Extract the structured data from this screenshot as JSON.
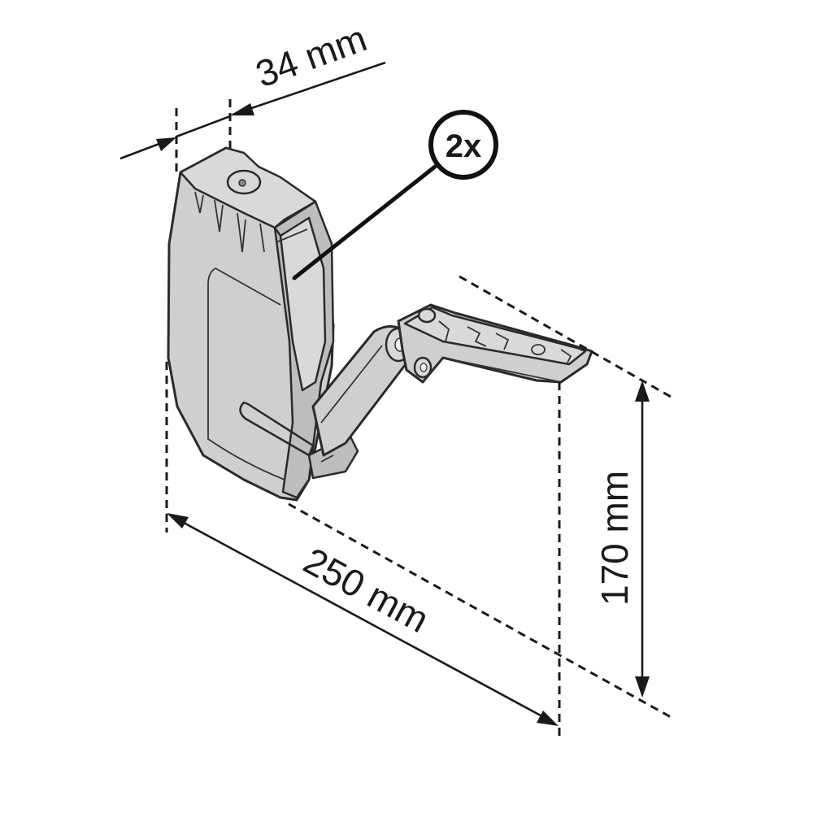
{
  "figure": {
    "type": "technical-dimension-drawing",
    "subject": "lift mechanism (flap fitting) with arm",
    "colors": {
      "background": "#ffffff",
      "part_fill": "#cfcfcf",
      "line": "#1a1a1a"
    }
  },
  "dimensions": {
    "depth": {
      "label": "34 mm",
      "value": 34,
      "unit": "mm"
    },
    "length": {
      "label": "250 mm",
      "value": 250,
      "unit": "mm"
    },
    "height": {
      "label": "170 mm",
      "value": 170,
      "unit": "mm"
    }
  },
  "callout": {
    "label": "2x",
    "meaning": "quantity"
  }
}
